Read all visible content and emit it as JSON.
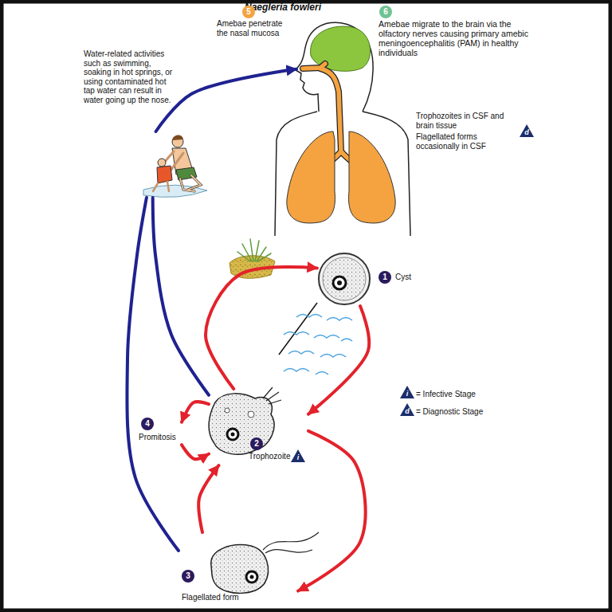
{
  "diagram": {
    "title": "Naegleria fowleri",
    "nodes": [
      {
        "text": [
          "Water-related activities such as swimming, soaking in hot springs, or using contaminated hot tap water can result in water going up the nose."
        ]
      },
      {
        "text": [
          "5",
          "Amebae penetrate the nasal mucosa",
          "6",
          "Amebae migrate to the brain via the olfactory nerves causing primary amebic meningoencephalitis (PAM) in healthy individuals",
          "Trophozoites in CSF and brain tissue",
          "Flagellated forms occasionally in CSF",
          "d"
        ]
      },
      {
        "text": [
          "1",
          "Cyst"
        ]
      },
      {
        "text": [
          "4",
          "Promitosis"
        ]
      },
      {
        "text": [
          "2",
          "Trophozoite",
          "i"
        ]
      },
      {
        "text": [
          "3",
          "Flagellated form"
        ]
      }
    ],
    "edges": [
      {
        "from": 0,
        "to": 1,
        "arrow": "to"
      },
      {
        "from": 2,
        "to": 4,
        "arrow": "to"
      },
      {
        "from": 4,
        "to": 2,
        "arrow": "to"
      },
      {
        "from": 4,
        "to": 3,
        "arrow": "to"
      },
      {
        "from": 3,
        "to": 4,
        "arrow": "to"
      },
      {
        "from": 4,
        "to": 5,
        "arrow": "to"
      },
      {
        "from": 5,
        "to": 4,
        "arrow": "to"
      },
      {
        "from": 4,
        "to": 0,
        "arrow": "none"
      },
      {
        "from": 5,
        "to": 0,
        "arrow": "none"
      }
    ],
    "labels": [
      "i",
      "d"
    ],
    "legend": [
      {
        "text": "= Infective Stage"
      },
      {
        "text": "= Diagnostic Stage"
      }
    ]
  }
}
